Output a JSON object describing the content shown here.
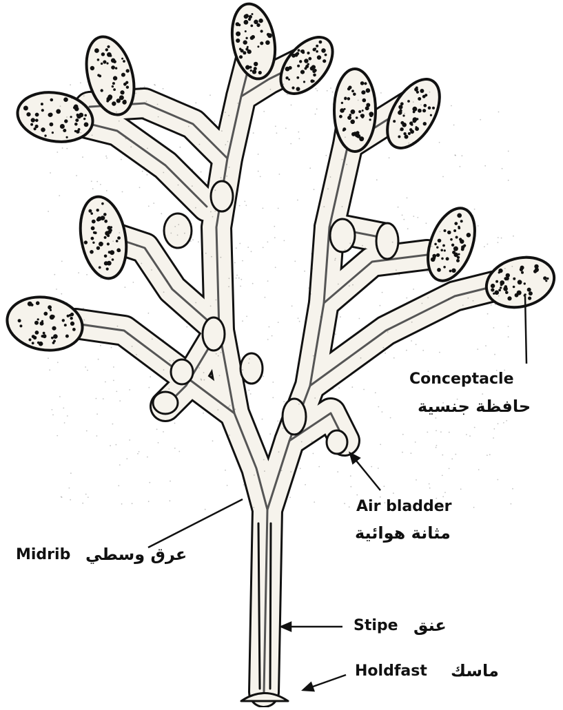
{
  "labels": {
    "conceptacle": {
      "en": "Conceptacle",
      "ar": "حافظة جنسية"
    },
    "air_bladder": {
      "en": "Air bladder",
      "ar": "مثانة هوائية"
    },
    "midrib": {
      "en": "Midrib",
      "ar": "عرق وسطي"
    },
    "stipe": {
      "en": "Stipe",
      "ar": "عنق"
    },
    "holdfast": {
      "en": "Holdfast",
      "ar": "ماسك"
    }
  },
  "colors": {
    "ink": "#111111",
    "paper": "#ffffff",
    "tissue": "#f6f3ec"
  }
}
